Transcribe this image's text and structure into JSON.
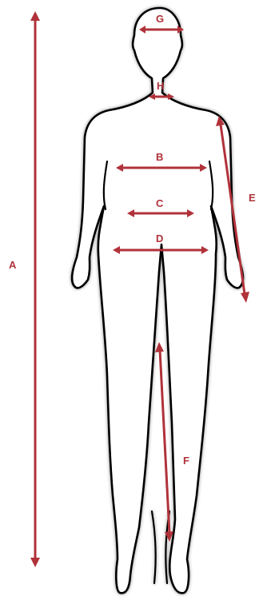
{
  "colors": {
    "measure": "#b0323a",
    "outline": "#000000",
    "background": "#ffffff"
  },
  "measurements": {
    "A": "A",
    "B": "B",
    "C": "C",
    "D": "D",
    "E": "E",
    "F": "F",
    "G": "G",
    "H": "H"
  }
}
